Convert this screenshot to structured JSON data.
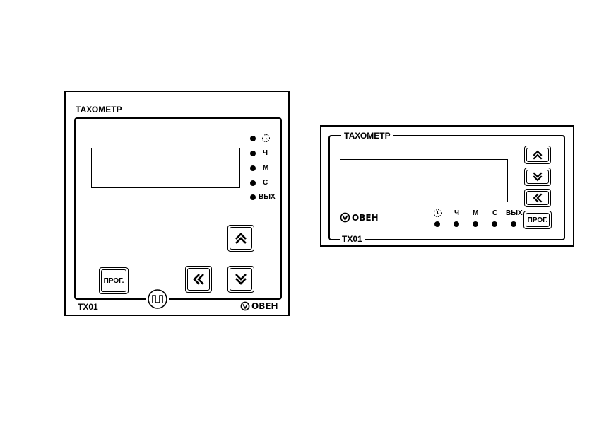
{
  "square_panel": {
    "title": "ТАХОМЕТР",
    "model": "ТХ01",
    "indicators": [
      {
        "label": ""
      },
      {
        "label": "Ч"
      },
      {
        "label": "М"
      },
      {
        "label": "С"
      },
      {
        "label": "ВЫХ"
      }
    ],
    "buttons": {
      "prog_label": "ПРОГ."
    },
    "logo_text": "ОВЕН"
  },
  "wide_panel": {
    "title": "ТАХОМЕТР",
    "model": "ТХ01",
    "indicators": [
      {
        "label": ""
      },
      {
        "label": "Ч"
      },
      {
        "label": "М"
      },
      {
        "label": "С"
      },
      {
        "label": "ВЫХ"
      }
    ],
    "buttons": {
      "prog_label": "ПРОГ."
    },
    "logo_text": "ОВЕН"
  },
  "icons": {
    "clock": "clock-icon",
    "up": "double-chevron-up-icon",
    "down": "double-chevron-down-icon",
    "left": "double-chevron-left-icon",
    "pulse": "pulse-icon",
    "logo": "owen-logo-icon"
  }
}
